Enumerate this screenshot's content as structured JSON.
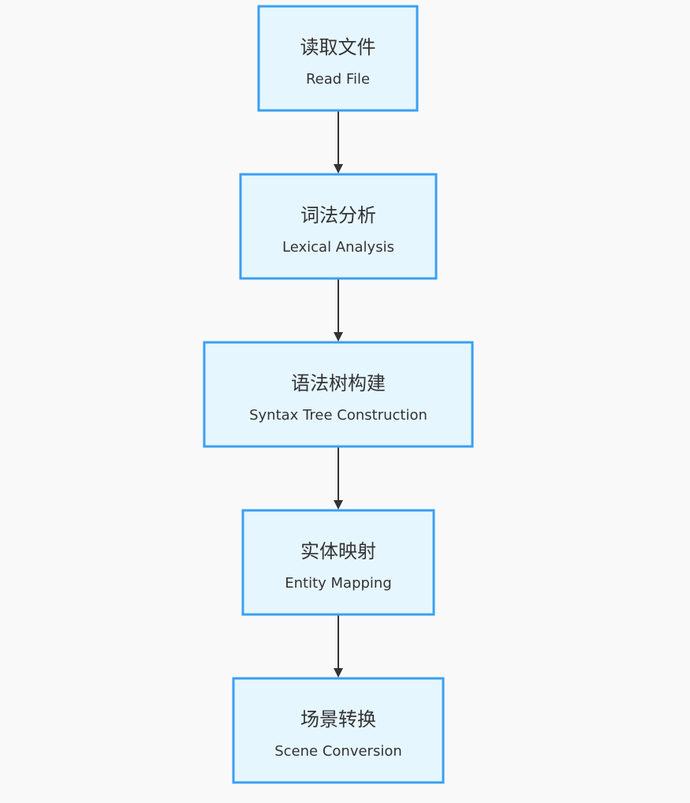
{
  "diagram": {
    "type": "flowchart",
    "direction": "top-to-bottom",
    "colors": {
      "node_fill": "#e6f6ff",
      "node_border": "#3aa0f2",
      "text": "#333333",
      "edge": "#333333",
      "background": "#f9f9f9"
    },
    "nodes": [
      {
        "id": "read-file",
        "title": "读取文件",
        "subtitle": "Read File"
      },
      {
        "id": "lexical-analysis",
        "title": "词法分析",
        "subtitle": "Lexical Analysis"
      },
      {
        "id": "syntax-tree",
        "title": "语法树构建",
        "subtitle": "Syntax Tree Construction"
      },
      {
        "id": "entity-mapping",
        "title": "实体映射",
        "subtitle": "Entity Mapping"
      },
      {
        "id": "scene-conversion",
        "title": "场景转换",
        "subtitle": "Scene Conversion"
      }
    ],
    "edges": [
      {
        "from": "read-file",
        "to": "lexical-analysis"
      },
      {
        "from": "lexical-analysis",
        "to": "syntax-tree"
      },
      {
        "from": "syntax-tree",
        "to": "entity-mapping"
      },
      {
        "from": "entity-mapping",
        "to": "scene-conversion"
      }
    ]
  }
}
